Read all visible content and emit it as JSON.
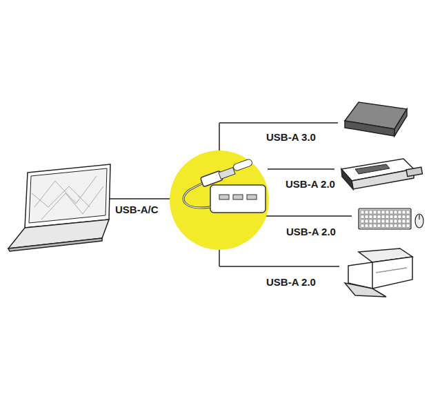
{
  "diagram": {
    "labels": [
      "USB-A/C",
      "USB-A 3.0",
      "USB-A 2.0",
      "USB-A 2.0",
      "USB-A 2.0"
    ]
  }
}
